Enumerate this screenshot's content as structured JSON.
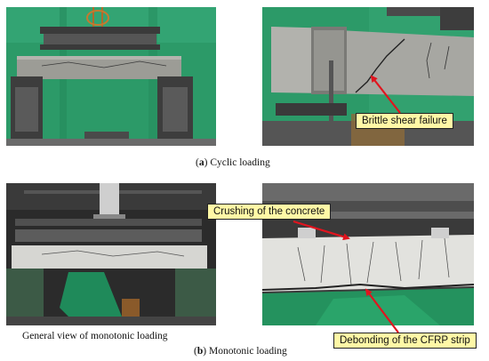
{
  "captions": {
    "a_letter": "a",
    "a_text": " Cyclic loading",
    "b_letter": "b",
    "b_text": " Monotonic loading",
    "general_view": "General view of monotonic loading"
  },
  "callouts": {
    "brittle_shear": "Brittle shear failure",
    "crushing": "Crushing of the concrete",
    "debonding": "Debonding of the CFRP strip"
  },
  "colors": {
    "callout_bg": "#fff8a6",
    "arrow": "#e0141e",
    "green_backdrop": "#1f8a5a",
    "steel": "#4a4a4a"
  }
}
